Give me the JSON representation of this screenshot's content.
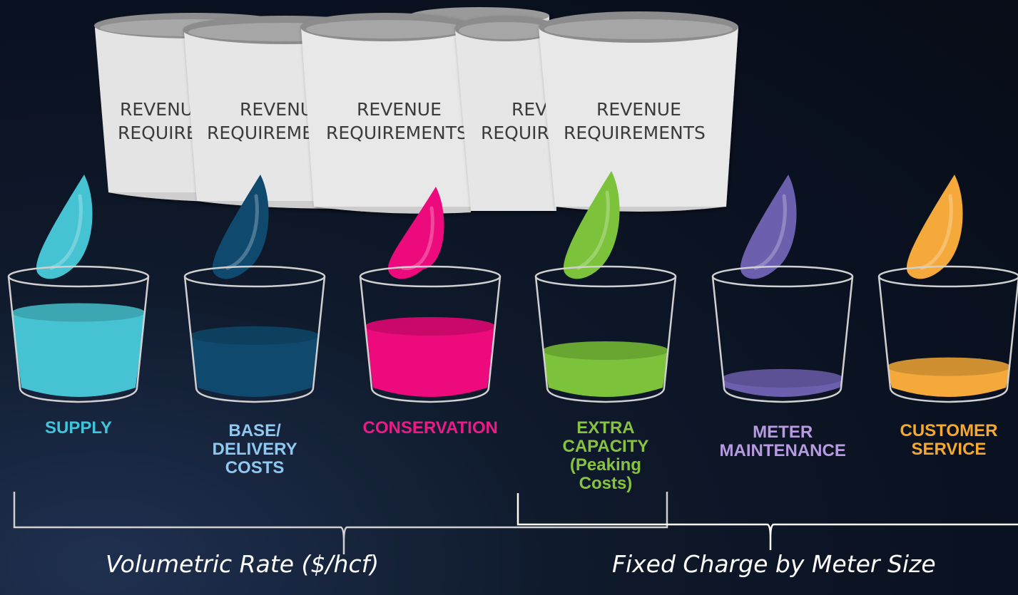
{
  "revenue_vessels": [
    {
      "line1": "REVENUE",
      "line2": "REQUIREMENTS"
    },
    {
      "line1": "REVENUE",
      "line2": "REQUIREMENTS"
    },
    {
      "line1": "REVENUE",
      "line2": "REQUIREMENTS"
    },
    {
      "line1": "REVENUE",
      "line2": "REQUIREMENTS"
    },
    {
      "line1": "REVENUE",
      "line2": "REQUIREMENTS"
    }
  ],
  "buckets": [
    {
      "name": "supply",
      "lines": [
        "SUPPLY"
      ],
      "color": "#46c3d3",
      "label_color": "#3ec6dc",
      "fill_level": 0.75
    },
    {
      "name": "base-delivery",
      "lines": [
        "BASE/",
        "DELIVERY",
        "COSTS"
      ],
      "color": "#0f4a6e",
      "label_color": "#8fc8f0",
      "fill_level": 0.55
    },
    {
      "name": "conservation",
      "lines": [
        "CONSERVATION"
      ],
      "color": "#ec0a7d",
      "label_color": "#ec1a86",
      "fill_level": 0.63
    },
    {
      "name": "extra-capacity",
      "lines": [
        "EXTRA",
        "CAPACITY",
        "(Peaking",
        "Costs)"
      ],
      "color": "#7cc23a",
      "label_color": "#86c440",
      "fill_level": 0.42
    },
    {
      "name": "meter-maintenance",
      "lines": [
        "METER",
        "MAINTENANCE"
      ],
      "color": "#6b5fae",
      "label_color": "#b79ae0",
      "fill_level": 0.18
    },
    {
      "name": "customer-service",
      "lines": [
        "CUSTOMER",
        "SERVICE"
      ],
      "color": "#f4a93a",
      "label_color": "#f7a92c",
      "fill_level": 0.28
    }
  ],
  "groups": {
    "volumetric": "Volumetric Rate ($/hcf)",
    "fixed": "Fixed Charge by Meter Size"
  },
  "colors": {
    "background": "#0a1120",
    "vessel": "#e6e6e6",
    "bracket": "#ffffff"
  }
}
